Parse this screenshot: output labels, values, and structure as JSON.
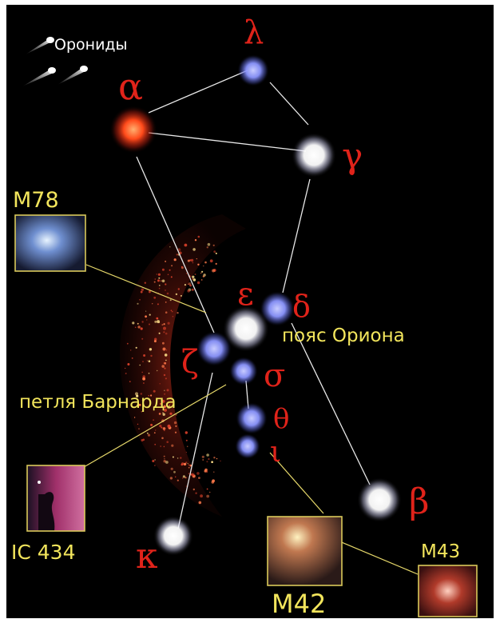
{
  "colors": {
    "background": "#000000",
    "greek_letters": "#e0231a",
    "labels": "#f2e55c",
    "lines": "#e8e8e8",
    "star_white": "#ffffff",
    "star_blue": "#8c96ff",
    "star_red": "#ff4a1a",
    "nebula": "#8a1c12"
  },
  "meteor_label": "Орониды",
  "stars": {
    "alpha": "α",
    "lambda": "λ",
    "gamma": "γ",
    "delta": "δ",
    "epsilon": "ε",
    "zeta": "ζ",
    "sigma": "σ",
    "theta": "θ",
    "iota": "ι",
    "beta": "β",
    "kappa": "κ"
  },
  "labels": {
    "belt": "пояс Ориона",
    "barnard_loop": "петля Барнарда",
    "m78": "M78",
    "ic434": "IC 434",
    "m42": "M42",
    "m43": "M43"
  }
}
